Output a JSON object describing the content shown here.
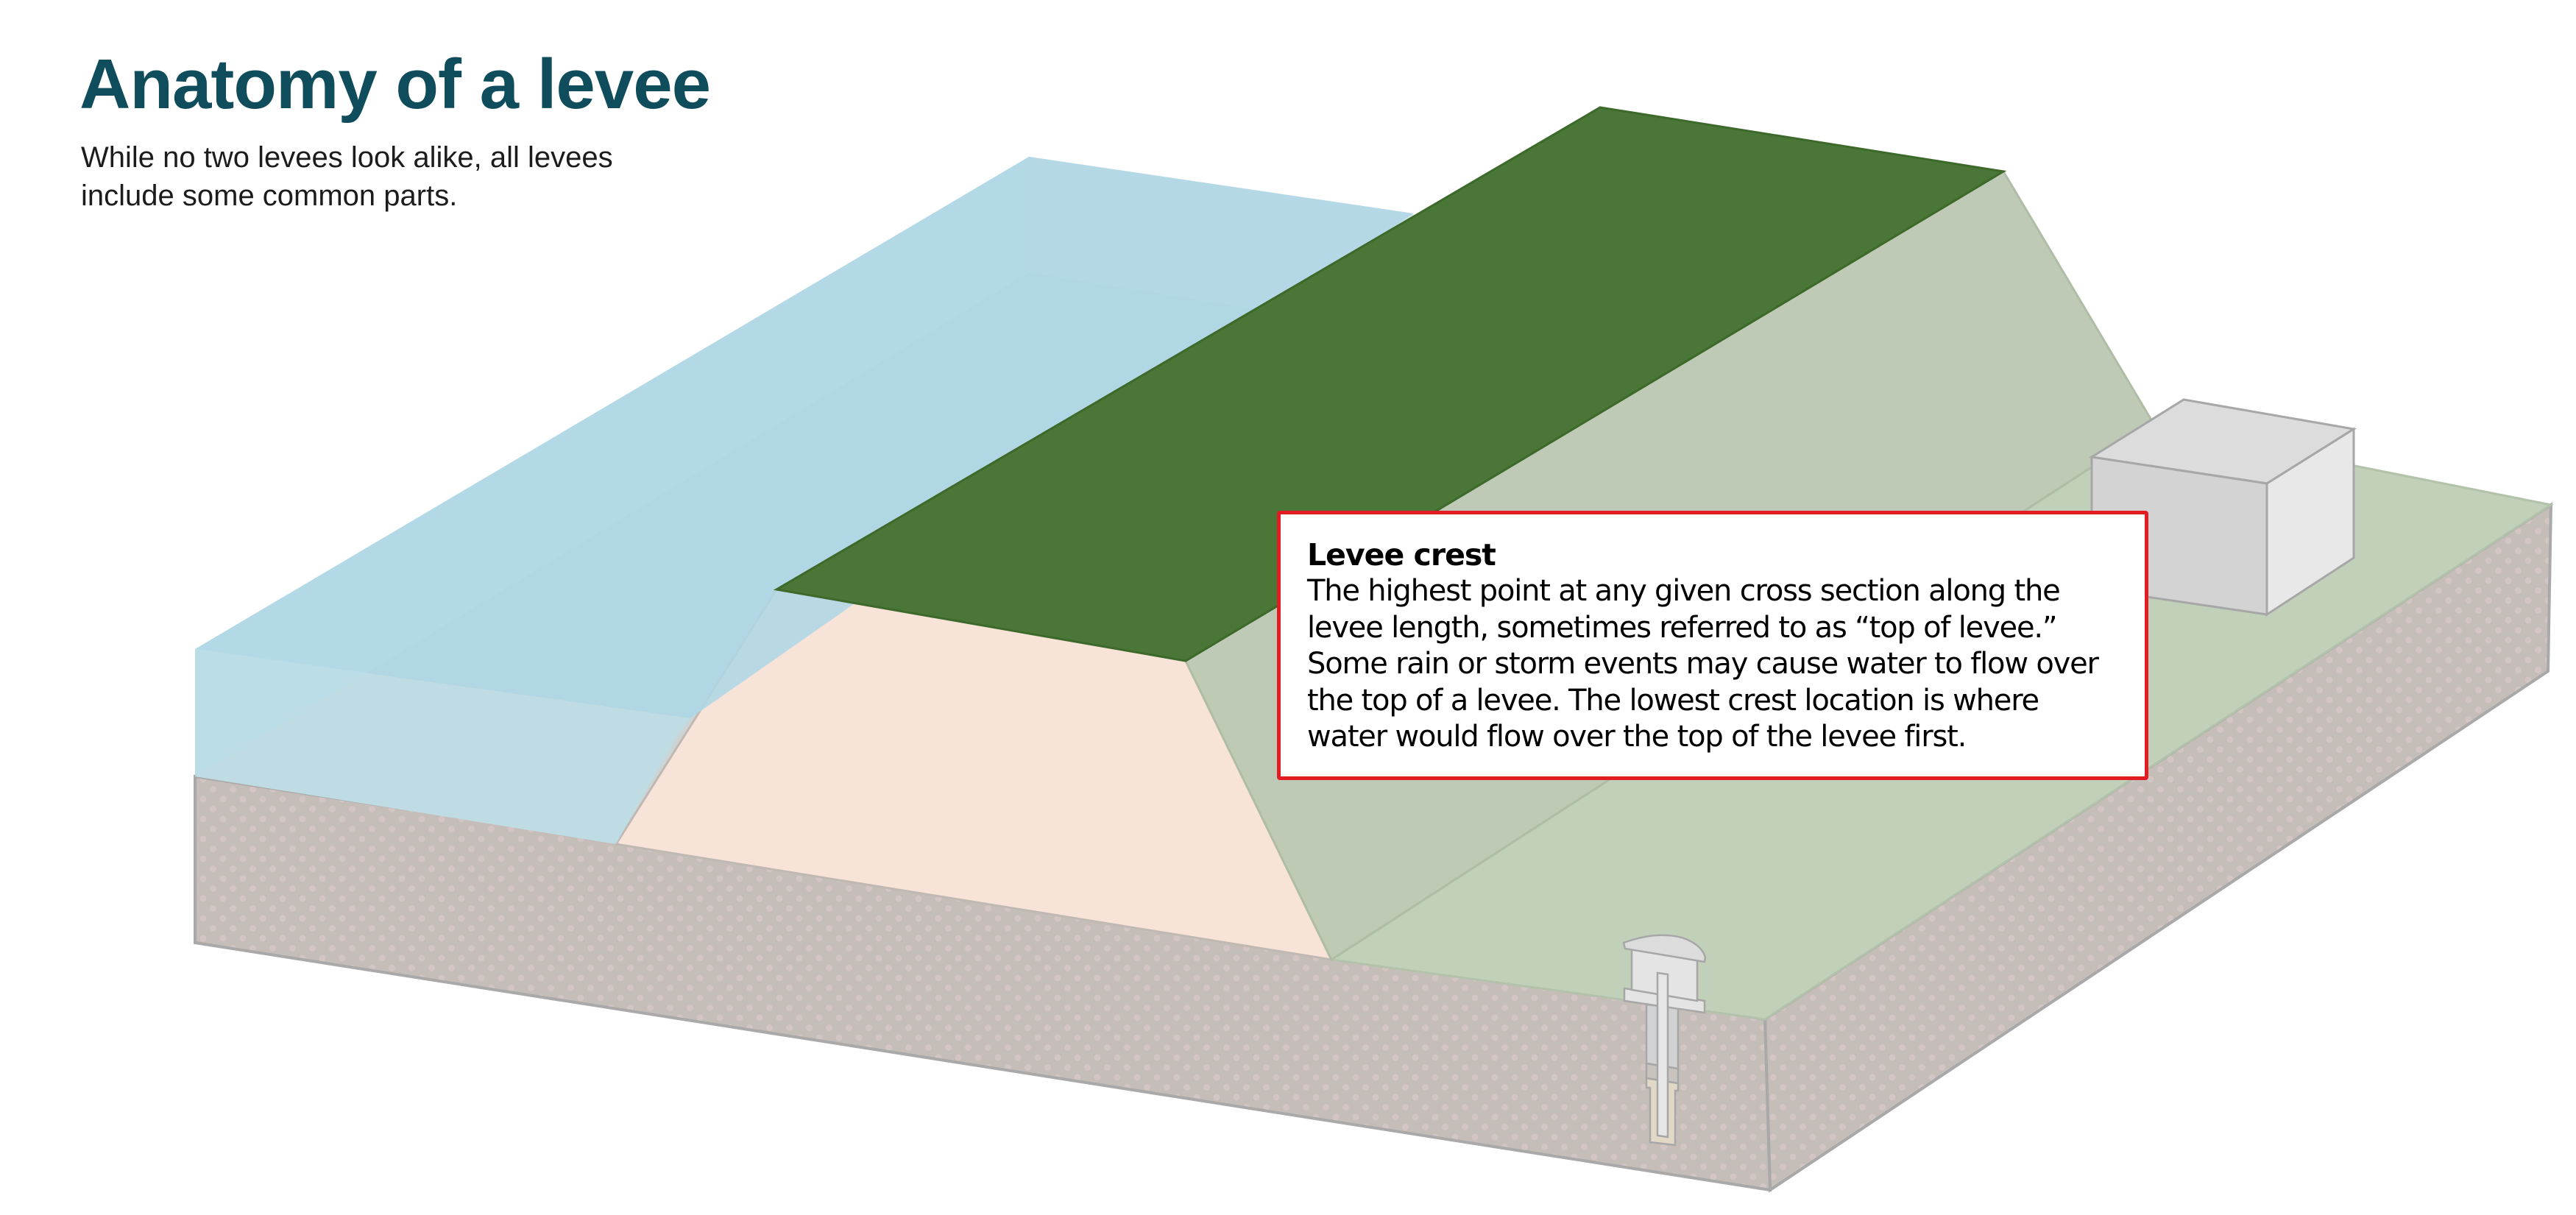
{
  "header": {
    "title": "Anatomy of a levee",
    "subtitle": "While no two levees look alike, all levees include some common parts."
  },
  "callout": {
    "title": "Levee crest",
    "body": "The highest point at any given cross section along the levee length, sometimes referred to as “top of levee.” Some rain or storm events may cause water to flow over the top of a levee. The lowest crest location is where water would flow over the top of the levee first.",
    "border_color": "#e31b23"
  },
  "diagram": {
    "parts": [
      "water",
      "riverbed",
      "waterside-slope",
      "levee-crest",
      "landside-slope",
      "landside-ground",
      "soil-foundation",
      "building",
      "monitoring-well"
    ],
    "highlighted_part": "levee-crest",
    "colors": {
      "water": "#b1d7e3",
      "riverbed": "#cdd4d4",
      "waterside_slope": "#f7e3d7",
      "crest": "#4a7737",
      "landside_slope": "#bec9b6",
      "ground": "#c1d0b9",
      "soil": "#c5bdb8",
      "soil_dots": "#d3c5c3",
      "building_front": "#d3d3d3",
      "building_top": "#dcdcdc",
      "building_side": "#e8e8e9",
      "outline": "#a7a7a7"
    }
  }
}
